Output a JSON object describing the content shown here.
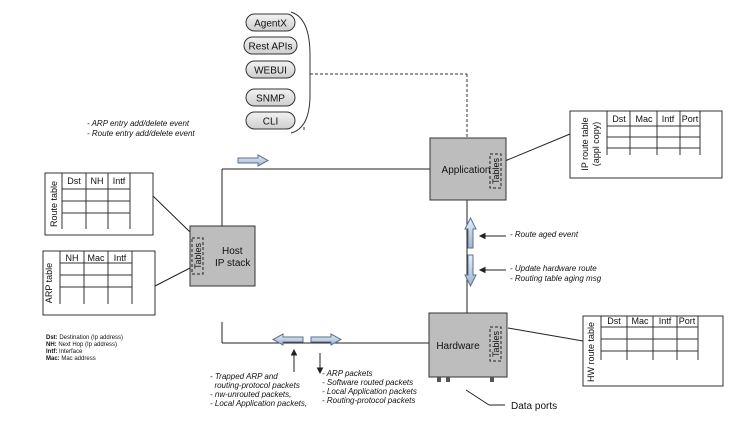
{
  "interfaces": [
    "AgentX",
    "Rest APIs",
    "WEBUI",
    "SNMP",
    "CLI"
  ],
  "blocks": {
    "application": "Application",
    "host_line1": "Host",
    "host_line2": "IP stack",
    "hardware": "Hardware",
    "tables_tag": "Tables"
  },
  "tables": {
    "route": {
      "title": "Route table",
      "headers": [
        "Dst",
        "NH",
        "Intf"
      ]
    },
    "arp": {
      "title": "ARP table",
      "headers": [
        "NH",
        "Mac",
        "Intf"
      ]
    },
    "ip_route_line1": "IP route table",
    "ip_route_line2": "(appl copy)",
    "ip_route_headers": [
      "Dst",
      "Mac",
      "Intf",
      "Port"
    ],
    "hw_route": {
      "title": "HW route table",
      "headers": [
        "Dst",
        "Mac",
        "Intf",
        "Port"
      ]
    }
  },
  "legend": [
    {
      "key": "Dst:",
      "text": "Destination (Ip address)"
    },
    {
      "key": "NH:",
      "text": "Next Hop (Ip address)"
    },
    {
      "key": "Intf:",
      "text": "Interface"
    },
    {
      "key": "Mac:",
      "text": "Mac address"
    }
  ],
  "annotations": {
    "events_top": [
      "- ARP entry add/delete event",
      "- Route entry add/delete event"
    ],
    "route_aged": "- Route aged event",
    "update_hw": [
      "- Update hardware route",
      "- Routing table aging msg"
    ],
    "trapped": [
      "- Trapped ARP and",
      "  routing-protocol packets",
      "- nw-unrouted packets,",
      "- Local Application packets,"
    ],
    "arp_packets": [
      "- ARP packets",
      "- Software routed packets",
      "- Local Application packets",
      "- Routing-protocol packets"
    ],
    "data_ports": "Data ports"
  }
}
